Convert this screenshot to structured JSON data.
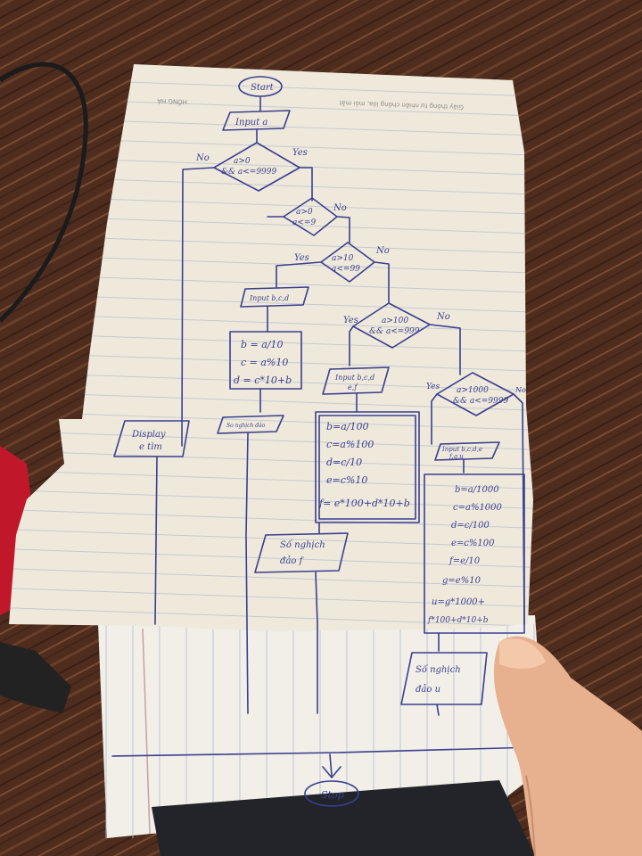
{
  "photo": {
    "colors": {
      "table": "#4a2a1c",
      "paper": "#efe9dc",
      "paper_lines": "#b9c2cf",
      "ink": "#3a3f8f",
      "margin_line": "#c9a0a0",
      "skin": "#e7b08f"
    },
    "notebook_header": "Giấy thông tư nhiên chống lóa, mỏi mắt",
    "notebook_brand": "HỒNG HÀ",
    "flowchart": {
      "start": "Start",
      "input": "Input a",
      "d1": [
        "a>0",
        "&& a<=9999"
      ],
      "d1_no": "No",
      "d1_yes": "Yes",
      "d2": [
        "a>0",
        "a<=9"
      ],
      "d2_no": "No",
      "d3": [
        "a>10",
        "a<=99"
      ],
      "d3_yes": "Yes",
      "d3_no": "No",
      "d4": [
        "a>100",
        "&& a<=999"
      ],
      "d4_yes": "Yes",
      "d4_no": "No",
      "d5": [
        "a>1000",
        "&& a<=9999"
      ],
      "d5_yes": "Yes",
      "d5_no": "No",
      "in_bc": "Input b,c,d",
      "calc2": [
        "b = a/10",
        "c = a%10",
        "d = c*10+b"
      ],
      "out_invalid": [
        "Display",
        "e tìm"
      ],
      "out_2": "So nghịch đảo",
      "in_bcdef": [
        "Input b,c,d",
        "e,f"
      ],
      "calc3": [
        "b=a/100",
        "c=a%100",
        "d=c/10",
        "e=c%10",
        "f= e*100+d*10+b"
      ],
      "out_3": [
        "Số nghịch",
        "đảo f"
      ],
      "in_bcdefgu": [
        "Input b,c,d,e",
        "f,g,u"
      ],
      "calc4": [
        "b=a/1000",
        "c=a%1000",
        "d=c/100",
        "e=c%100",
        "f=e/10",
        "g=e%10",
        "u=g*1000+",
        "f*100+d*10+b"
      ],
      "out_4": [
        "Số nghịch",
        "đảo u"
      ],
      "stop": "Stop"
    }
  }
}
